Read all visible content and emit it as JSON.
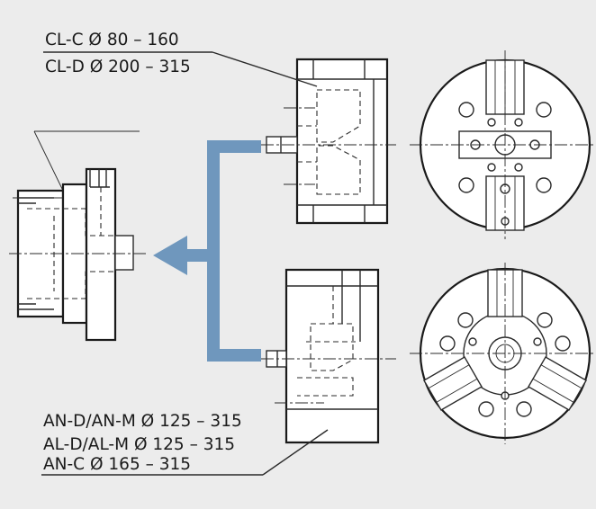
{
  "labels": {
    "cl_c": "CL-C Ø 80 – 160",
    "cl_d": "CL-D Ø 200 – 315",
    "an_d": "AN-D/AN-M Ø 125 – 315",
    "al_d": "AL-D/AL-M Ø 125 – 315",
    "an_c": "AN-C Ø 165 – 315"
  },
  "colors": {
    "background": "#ececec",
    "bracket": "#6f97bd",
    "line": "#1a1a1a"
  }
}
